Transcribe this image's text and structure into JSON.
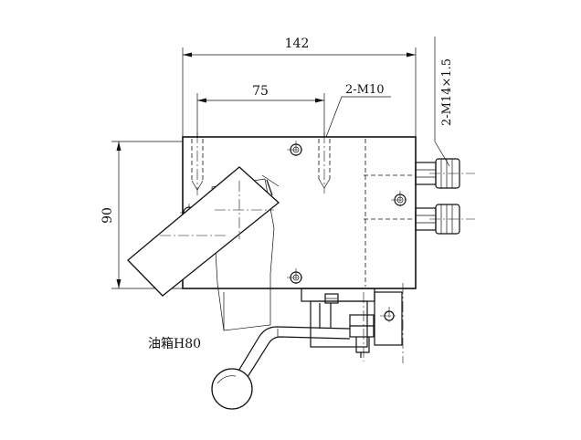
{
  "dimensions": {
    "overall_width": "142",
    "bolt_spacing": "75",
    "height": "90"
  },
  "callouts": {
    "mount_thread": "2-M10",
    "port_thread": "2-M14×1.5"
  },
  "labels": {
    "oil_tank": "油箱H80"
  }
}
